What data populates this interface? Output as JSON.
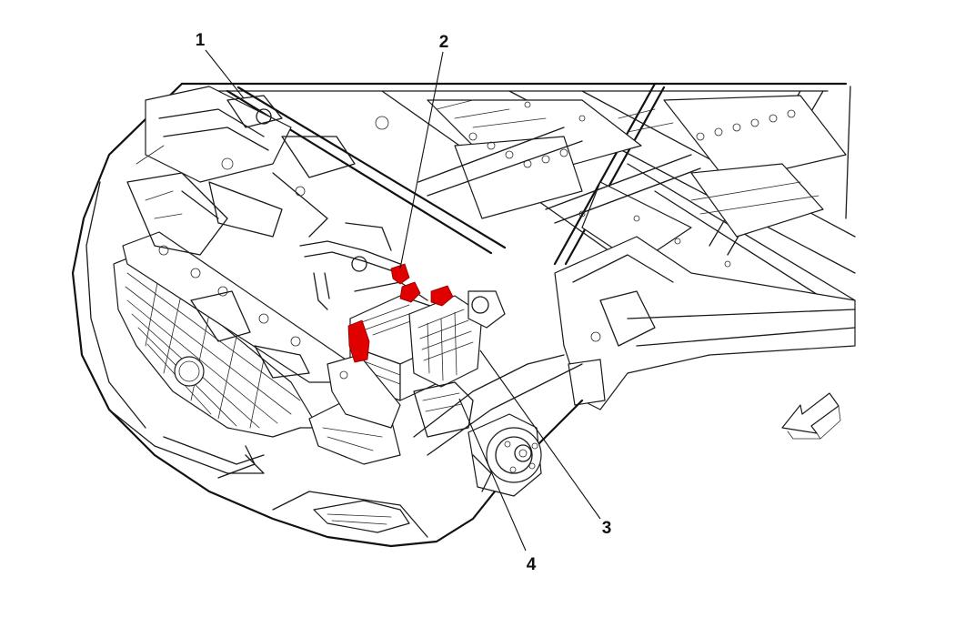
{
  "diagram": {
    "callouts": [
      {
        "id": "1",
        "label": "1"
      },
      {
        "id": "2",
        "label": "2"
      },
      {
        "id": "3",
        "label": "3"
      },
      {
        "id": "4",
        "label": "4"
      }
    ],
    "direction_indicator": "arrow-icon",
    "colors": {
      "line": "#1a1a1a",
      "highlight": "#e00000",
      "background": "#ffffff"
    }
  }
}
